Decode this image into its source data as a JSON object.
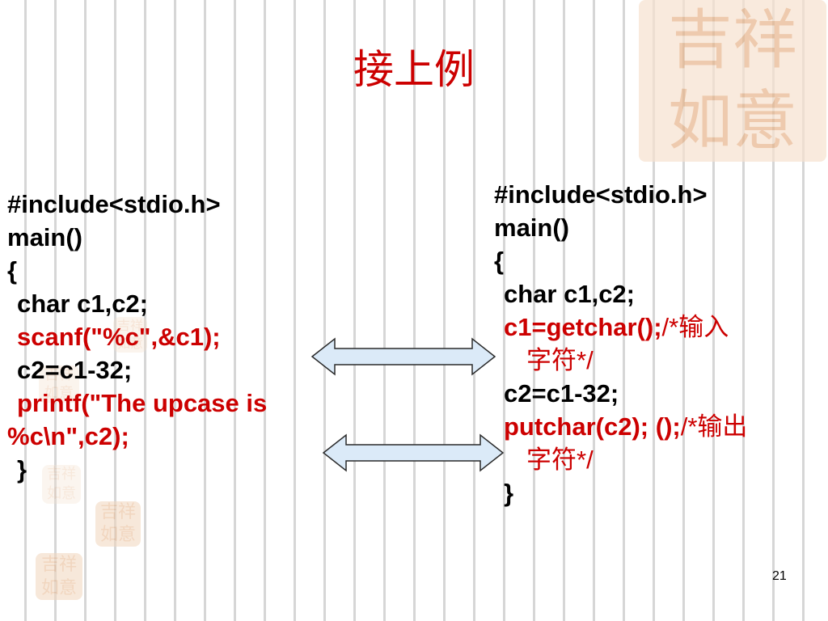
{
  "slide": {
    "title": "接上例",
    "title_color": "#cc0000",
    "page_number": "21",
    "watermark_text": "吉祥如意"
  },
  "left_code": {
    "lines": [
      "#include<stdio.h>",
      "main()",
      "{",
      "char c1,c2;",
      "scanf(\"%c\",&c1);",
      "c2=c1-32;",
      "printf(\"The upcase is",
      "%c\\n\",c2);",
      "}"
    ]
  },
  "right_code": {
    "lines": [
      "#include<stdio.h>",
      "main()",
      "{",
      "char c1,c2;",
      "c1=getchar();",
      "/*输入",
      "字符*/",
      "c2=c1-32;",
      "putchar(c2); ();",
      "/*输出",
      "字符*/",
      "}"
    ]
  },
  "colors": {
    "highlight": "#cc0000",
    "arrow_fill": "#dbeaf8",
    "arrow_stroke": "#2a2a2a"
  },
  "icons": {
    "arrows": [
      "double-arrow-icon",
      "double-arrow-icon"
    ],
    "decoration": "seal-stamp-icon"
  }
}
